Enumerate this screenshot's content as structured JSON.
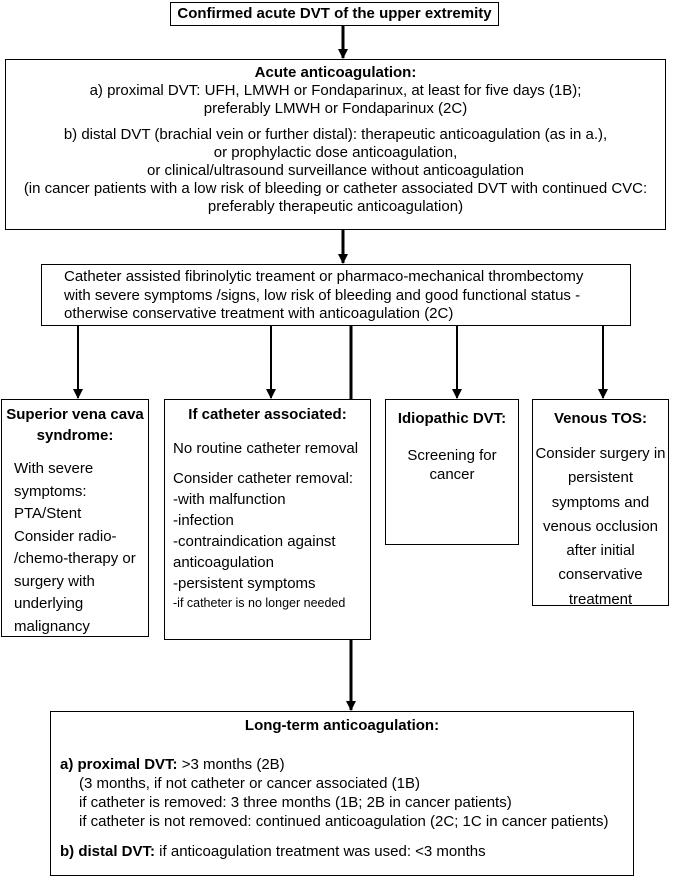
{
  "top": {
    "title": "Confirmed acute DVT of the upper extremity"
  },
  "acute": {
    "heading": "Acute anticoagulation:",
    "lines_a": [
      "a) proximal DVT: UFH, LMWH or Fondaparinux, at least for five days (1B);",
      "preferably LMWH or Fondaparinux (2C)"
    ],
    "lines_b": [
      "b) distal DVT (brachial vein or further distal): therapeutic anticoagulation (as in a.),",
      "or prophylactic dose anticoagulation,",
      "or clinical/ultrasound surveillance without anticoagulation",
      "(in cancer patients with a low risk of bleeding or catheter associated DVT with continued CVC:",
      "preferably therapeutic anticoagulation)"
    ]
  },
  "catheter_assisted": {
    "lines": [
      "Catheter assisted fibrinolytic treament or pharmaco-mechanical thrombectomy",
      "with severe symptoms /signs, low risk of bleeding and good functional status -",
      "otherwise conservative treatment with anticoagulation (2C)"
    ]
  },
  "svc": {
    "heading_1": "Superior vena cava",
    "heading_2": "syndrome:",
    "lines": [
      "With severe",
      "symptoms:",
      "PTA/Stent",
      "Consider radio-",
      "/chemo-therapy or",
      "surgery with",
      "underlying",
      "malignancy"
    ]
  },
  "catheter_associated": {
    "heading": "If catheter associated:",
    "line_1": "No routine catheter removal",
    "line_2": "Consider catheter removal:",
    "items": [
      "-with malfunction",
      "-infection",
      "-contraindication against",
      "anticoagulation",
      "-persistent symptoms"
    ],
    "small_item": "-if catheter is no longer needed"
  },
  "idiopathic": {
    "heading": "Idiopathic DVT:",
    "text_1": "Screening for",
    "text_2": "cancer"
  },
  "tos": {
    "heading": "Venous TOS:",
    "lines": [
      "Consider surgery in",
      "persistent",
      "symptoms and",
      "venous occlusion",
      "after initial",
      "conservative",
      "treatment"
    ]
  },
  "long_term": {
    "heading": "Long-term anticoagulation:",
    "a_label": "a) proximal DVT:",
    "a_text": " >3 months (2B)",
    "a_sub": [
      "(3 months, if not catheter or cancer associated (1B)",
      "if catheter is removed: 3 three months (1B; 2B in cancer patients)",
      "if catheter is not removed: continued anticoagulation (2C; 1C in cancer patients)"
    ],
    "b_label": "b) distal DVT:",
    "b_text": " if anticoagulation treatment was used: <3 months"
  }
}
